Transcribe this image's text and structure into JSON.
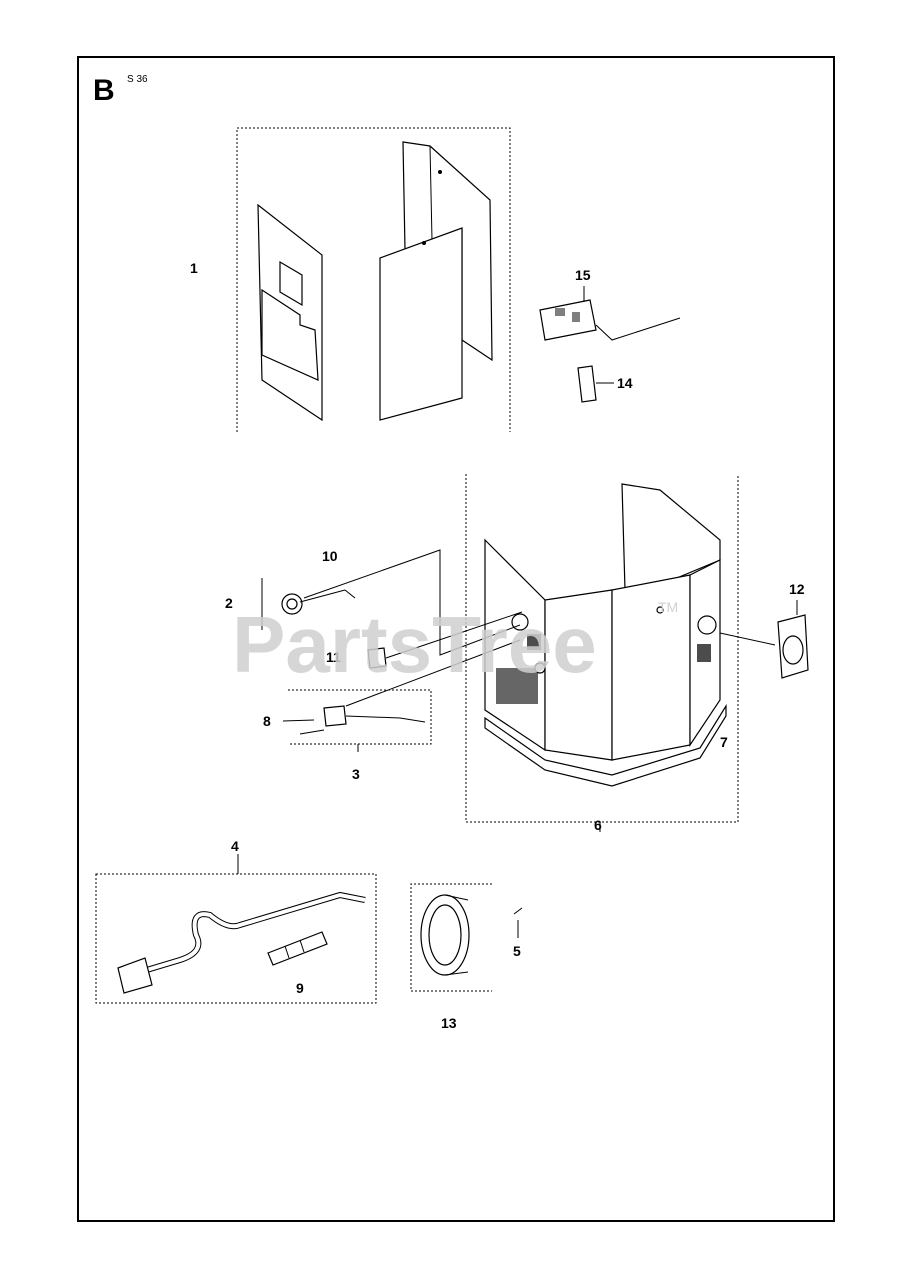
{
  "section": {
    "letter": "B",
    "sheet_code": "S 36"
  },
  "watermark": {
    "text": "PartsTree",
    "tm": "TM"
  },
  "callouts": {
    "c1": "1",
    "c2": "2",
    "c3": "3",
    "c4": "4",
    "c5": "5",
    "c6": "6",
    "c7": "7",
    "c8": "8",
    "c9": "9",
    "c10": "10",
    "c11": "11",
    "c12": "12",
    "c13": "13",
    "c14": "14",
    "c15": "15"
  }
}
